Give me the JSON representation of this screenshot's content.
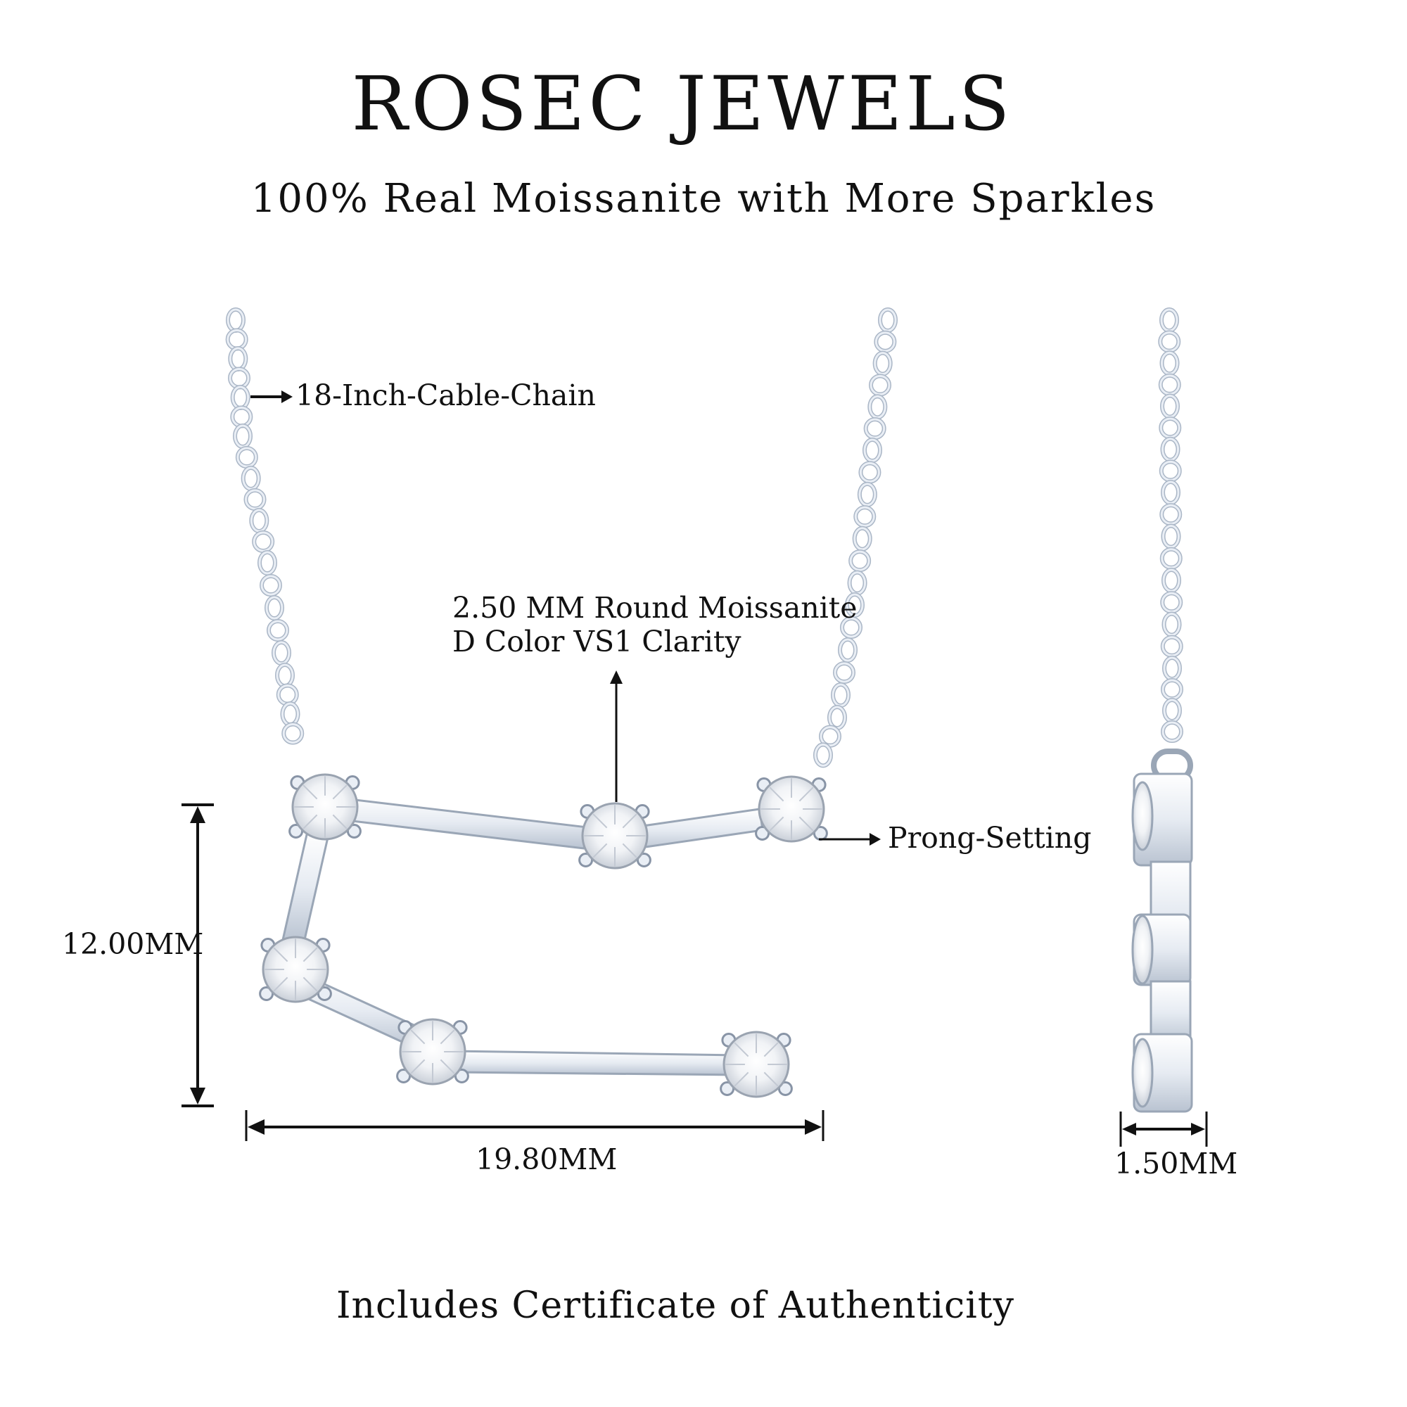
{
  "header": {
    "brand": "ROSEC JEWELS",
    "tagline": "100% Real Moissanite with More Sparkles"
  },
  "callouts": {
    "chain": "18-Inch-Cable-Chain",
    "stone_line1": "2.50 MM Round Moissanite",
    "stone_line2": "D Color VS1 Clarity",
    "setting": "Prong-Setting"
  },
  "dimensions": {
    "height": "12.00MM",
    "width": "19.80MM",
    "thickness": "1.50MM"
  },
  "footer": {
    "note": "Includes Certificate of Authenticity"
  },
  "colors": {
    "metal": "#e9eef5",
    "metal_edge": "#aab6c6",
    "ink": "#111111"
  }
}
